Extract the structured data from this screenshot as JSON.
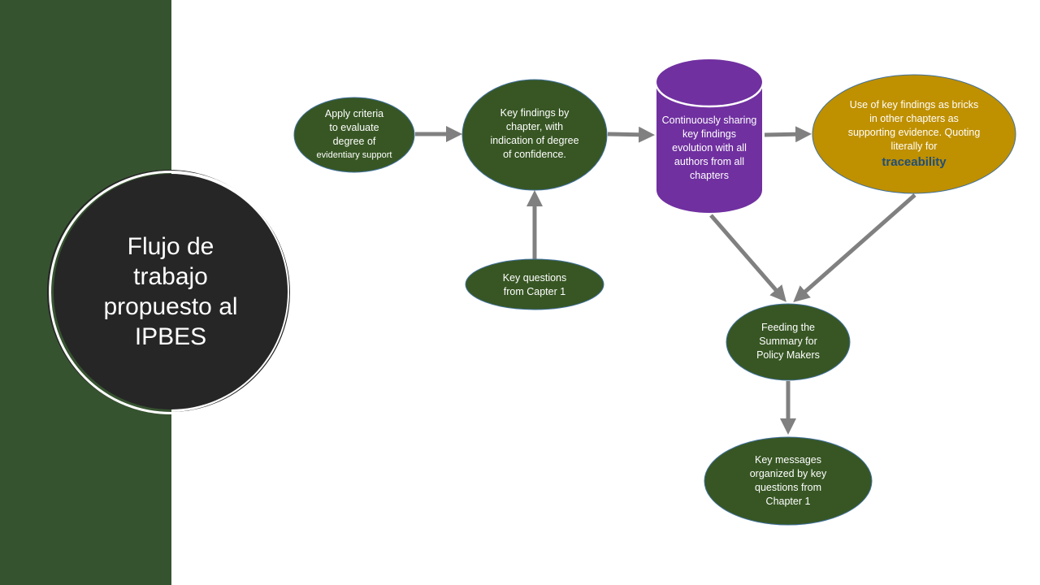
{
  "slide": {
    "title": "Flujo de trabajo propuesto al IPBES",
    "colors": {
      "sidebar": "#365330",
      "title_circle": "#262626",
      "node_green": "#375623",
      "node_purple": "#7030a0",
      "node_gold": "#bf9000",
      "arrow": "#808080",
      "highlight_text": "#1f4e79"
    }
  },
  "nodes": {
    "apply_criteria": {
      "lines": [
        "Apply criteria",
        "to evaluate",
        "degree of"
      ],
      "last_line": "evidentiary support"
    },
    "key_findings": {
      "text": "Key findings by chapter,  with indication of degree of confidence."
    },
    "key_questions": {
      "text": "Key questions from Capter 1"
    },
    "sharing": {
      "text": "Continuously sharing key findings evolution with all authors from all chapters"
    },
    "use_findings": {
      "text": "Use of key findings as bricks in other chapters as supporting evidence. Quoting literally for",
      "highlight": "traceability"
    },
    "feeding_spm": {
      "text": "Feeding the Summary for Policy Makers"
    },
    "key_messages": {
      "text": "Key messages organized by key questions from Chapter 1"
    }
  },
  "edges": [
    {
      "from": "apply_criteria",
      "to": "key_findings"
    },
    {
      "from": "key_questions",
      "to": "key_findings"
    },
    {
      "from": "key_findings",
      "to": "sharing"
    },
    {
      "from": "sharing",
      "to": "use_findings"
    },
    {
      "from": "sharing",
      "to": "feeding_spm"
    },
    {
      "from": "use_findings",
      "to": "feeding_spm"
    },
    {
      "from": "feeding_spm",
      "to": "key_messages"
    }
  ]
}
